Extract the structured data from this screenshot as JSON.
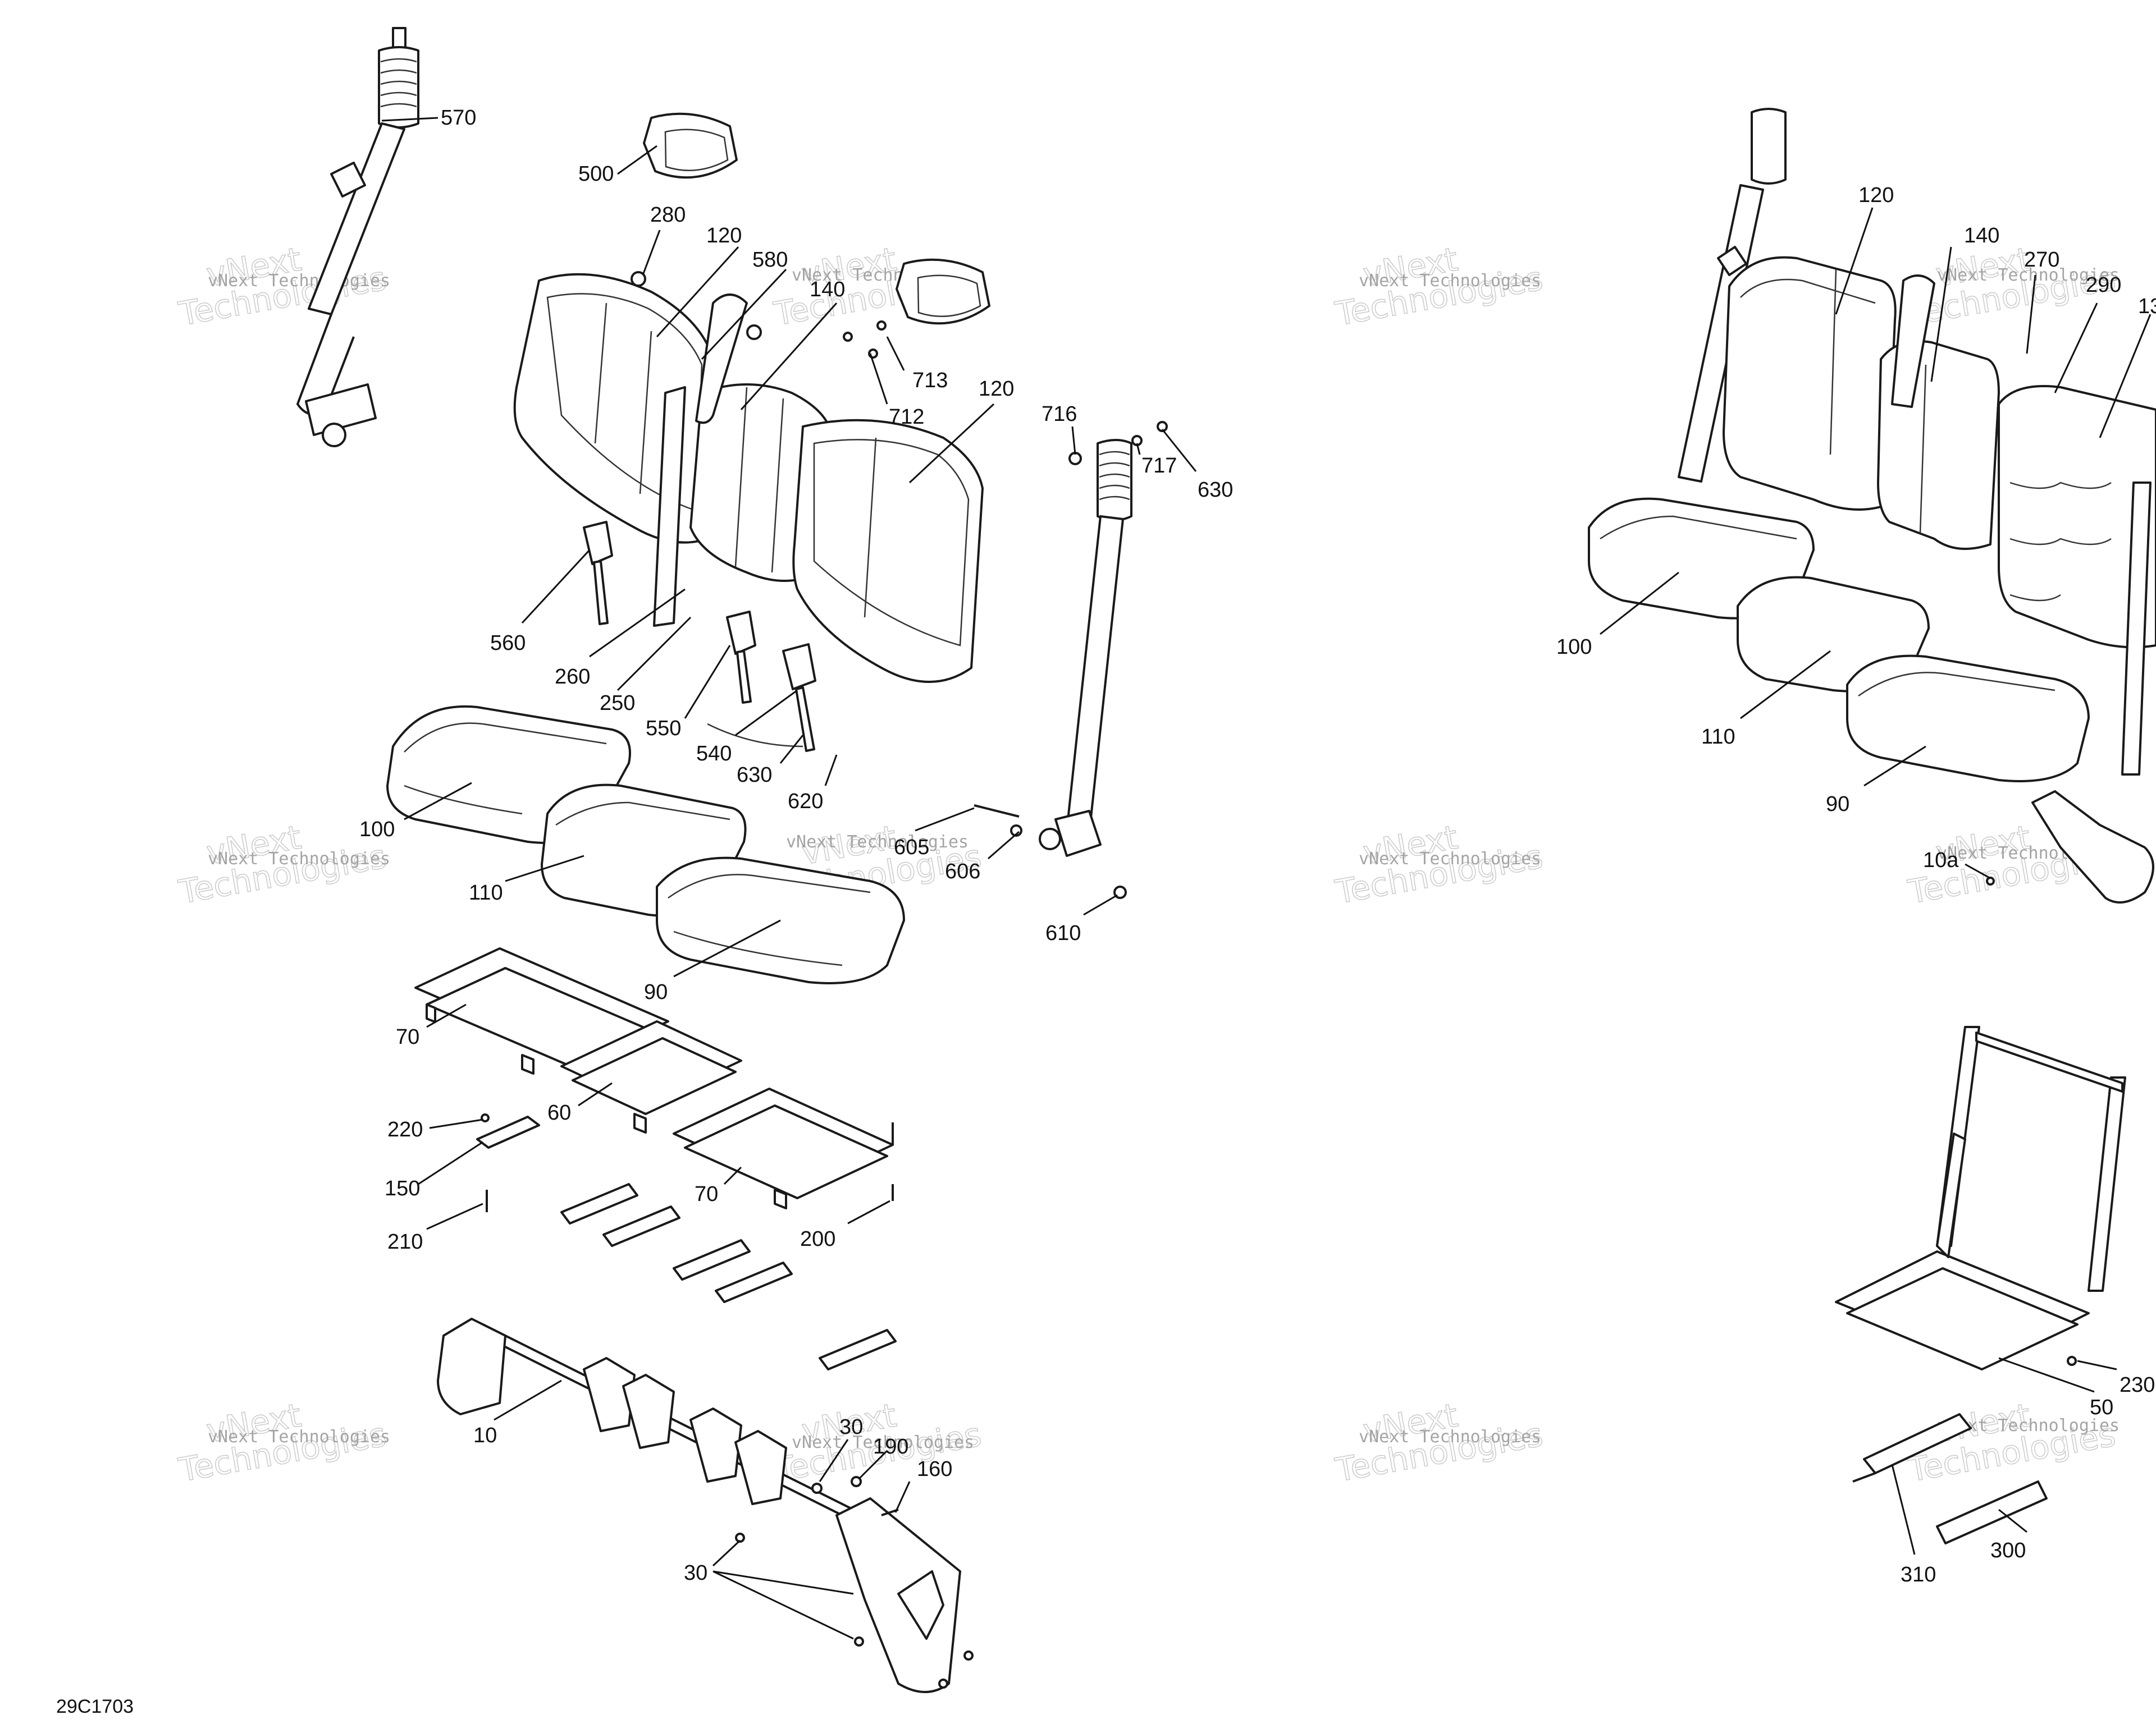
{
  "diagram": {
    "reference_code": "29C1703",
    "watermark": {
      "line1": "vNext",
      "line2": "Technologies",
      "small": "vNext Technologies"
    },
    "callouts": [
      {
        "id": "570"
      },
      {
        "id": "500"
      },
      {
        "id": "280"
      },
      {
        "id": "120"
      },
      {
        "id": "580"
      },
      {
        "id": "140"
      },
      {
        "id": "713"
      },
      {
        "id": "712"
      },
      {
        "id": "120"
      },
      {
        "id": "716"
      },
      {
        "id": "717"
      },
      {
        "id": "630"
      },
      {
        "id": "560"
      },
      {
        "id": "260"
      },
      {
        "id": "250"
      },
      {
        "id": "550"
      },
      {
        "id": "540"
      },
      {
        "id": "630"
      },
      {
        "id": "620"
      },
      {
        "id": "100"
      },
      {
        "id": "605"
      },
      {
        "id": "606"
      },
      {
        "id": "110"
      },
      {
        "id": "610"
      },
      {
        "id": "90"
      },
      {
        "id": "70"
      },
      {
        "id": "60"
      },
      {
        "id": "220"
      },
      {
        "id": "150"
      },
      {
        "id": "70"
      },
      {
        "id": "210"
      },
      {
        "id": "200"
      },
      {
        "id": "10"
      },
      {
        "id": "30"
      },
      {
        "id": "190"
      },
      {
        "id": "160"
      },
      {
        "id": "30"
      },
      {
        "id": "120"
      },
      {
        "id": "140"
      },
      {
        "id": "270"
      },
      {
        "id": "290"
      },
      {
        "id": "13"
      },
      {
        "id": "100"
      },
      {
        "id": "110"
      },
      {
        "id": "90"
      },
      {
        "id": "10a"
      },
      {
        "id": "230"
      },
      {
        "id": "50"
      },
      {
        "id": "310"
      },
      {
        "id": "300"
      }
    ]
  }
}
